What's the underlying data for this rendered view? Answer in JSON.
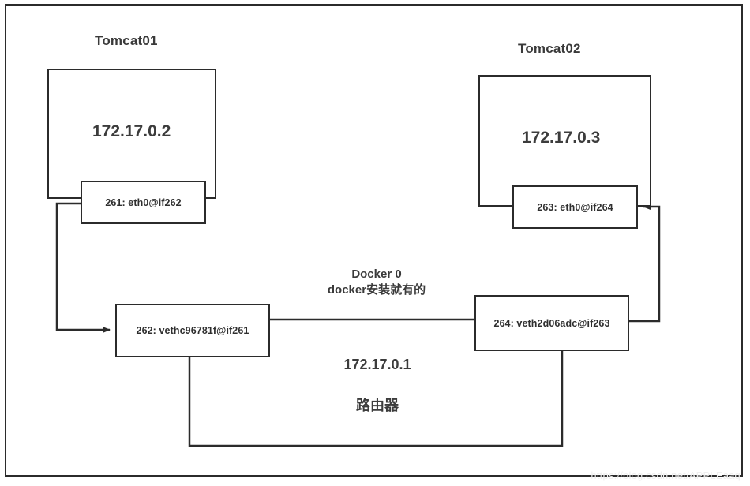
{
  "diagram": {
    "title_watermark": "https://blog.csdn.net/APPLEaaq",
    "containers": [
      {
        "name": "Tomcat01",
        "ip": "172.17.0.2",
        "interface": "261: eth0@if262"
      },
      {
        "name": "Tomcat02",
        "ip": "172.17.0.3",
        "interface": "263: eth0@if264"
      }
    ],
    "bridge": {
      "name_line1": "Docker 0",
      "name_line2": "docker安装就有的",
      "ip": "172.17.0.1",
      "role": "路由器",
      "veth_left": "262: vethc96781f@if261",
      "veth_right": "264: veth2d06adc@if263"
    },
    "colors": {
      "stroke": "#2b2b2b",
      "text": "#3a3a3a",
      "background": "#ffffff",
      "watermark": "#efefef"
    }
  }
}
